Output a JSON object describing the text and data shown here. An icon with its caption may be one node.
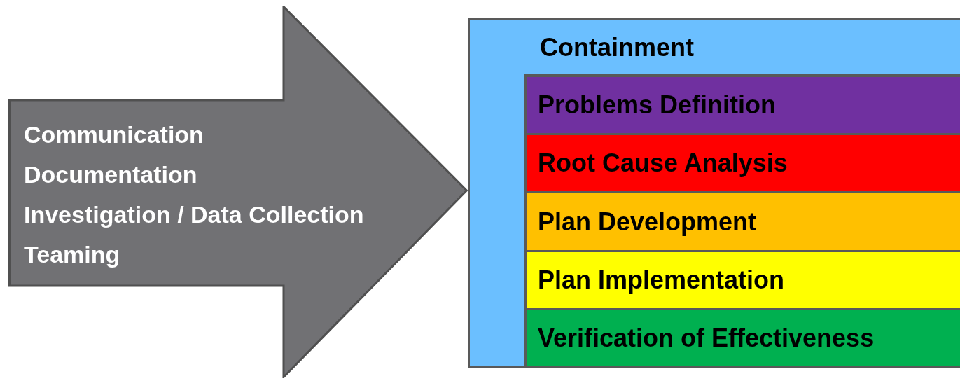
{
  "diagram": {
    "nodes": [
      {
        "text": [
          "Communication",
          "Documentation",
          "Investigation / Data Collection",
          "Teaming"
        ]
      },
      {
        "text": [
          "Containment"
        ]
      },
      {
        "text": [
          "Problems Definition"
        ],
        "in": 1
      },
      {
        "text": [
          "Root Cause Analysis"
        ],
        "in": 1
      },
      {
        "text": [
          "Plan Development"
        ],
        "in": 1
      },
      {
        "text": [
          "Plan Implementation"
        ],
        "in": 1
      },
      {
        "text": [
          "Verification of Effectiveness"
        ],
        "in": 1
      }
    ]
  }
}
